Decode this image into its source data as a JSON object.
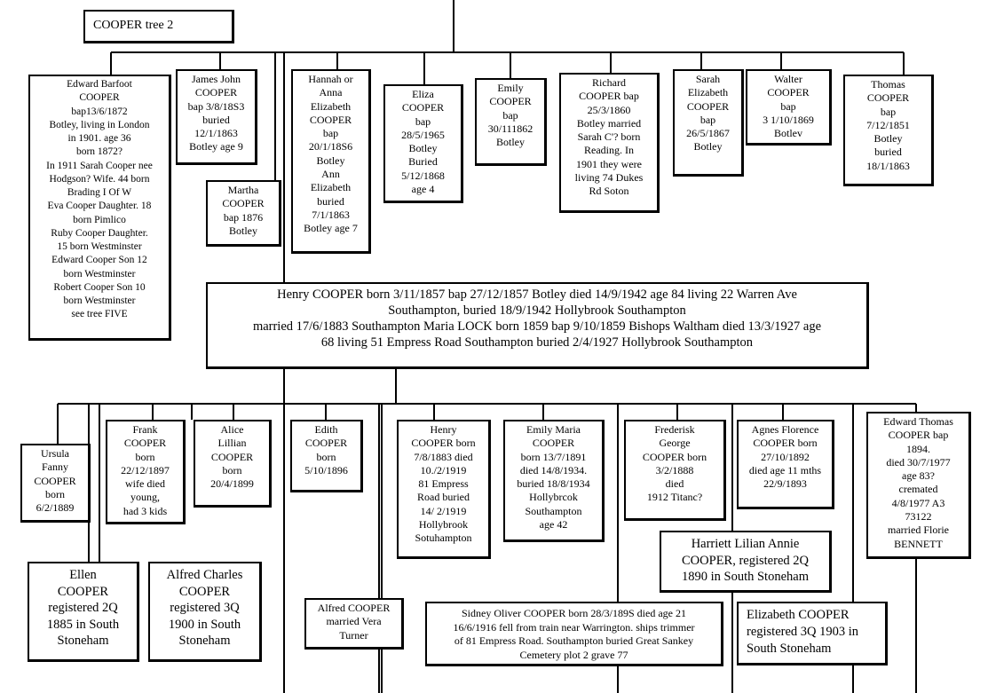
{
  "tree_title": "COOPER tree 2",
  "parent_generation": {
    "edward_barfoot": "Edward Barfoot\nCOOPER\nbap13/6/1872\nBotley, living in London\nin 1901. age 36\nborn 1872?\nIn 1911 Sarah Cooper nee\nHodgson? Wife. 44 born\nBrading I Of W\nEva Cooper Daughter. 18\nborn  Pimlico\nRuby Cooper Daughter.\n15 born Westminster\nEdward Cooper Son 12\nborn Westminster\nRobert Cooper Son 10\nborn Westminster\nsee tree FIVE",
    "james_john": "James John\nCOOPER\nbap 3/8/18S3\nburied\n12/1/1863\nBotley age 9",
    "martha": "Martha\nCOOPER\nbap 1876\nBotley",
    "hannah": "Hannah or\nAnna\nElizabeth\nCOOPER\nbap\n20/1/18S6\nBotley\nAnn\nElizabeth\nburied\n7/1/1863\nBotley age 7",
    "eliza": "Eliza\nCOOPER\nbap\n28/5/1965\nBotley\nBuried\n5/12/1868\nage 4",
    "emily": "Emily\nCOOPER\nbap\n30/111862\nBotley",
    "richard": "Richard\nCOOPER bap\n25/3/1860\nBotley married\nSarah C'? born\nReading. In\n1901 they were\nliving 74 Dukes\nRd Soton",
    "sarah": "Sarah\nElizabeth\nCOOPER\nbap\n26/5/1867\nBotley",
    "walter": "Walter\nCOOPER\nbap\n3 1/10/1869\nBotlev",
    "thomas": "Thomas\nCOOPER\nbap\n7/12/1851\nBotley\nburied\n18/1/1863",
    "henry_main": "Henry COOPER born 3/11/1857 bap 27/12/1857 Botley died  14/9/1942 age 84 living 22 Warren Ave\nSouthampton, buried 18/9/1942 Hollybrook Southampton\nmarried 17/6/1883 Southampton Maria LOCK born 1859 bap 9/10/1859 Bishops Waltham died 13/3/1927 age\n68 living 51 Empress Road Southampton buried 2/4/1927 Hollybrook Southampton"
  },
  "children_generation": {
    "ursula": "Ursula\nFanny\nCOOPER\nborn\n6/2/1889",
    "ellen": "Ellen\nCOOPER\nregistered 2Q\n1885 in South\nStoneham",
    "frank": "Frank\nCOOPER\nborn\n22/12/1897\nwife died\nyoung,\nhad 3 kids",
    "alfred_charles": "Alfred Charles\nCOOPER\nregistered 3Q\n1900 in South\nStoneham",
    "alice": "Alice\nLillian\nCOOPER\nborn\n20/4/1899",
    "edith": "Edith\nCOOPER\nborn\n5/10/1896",
    "alfred": "Alfred COOPER\nmarried Vera\nTurner",
    "henry_jr": "Henry\nCOOPER born\n7/8/1883 died\n10./2/1919\n81 Empress\nRoad buried\n14/ 2/1919\nHollybrook\nSotuhampton",
    "emily_maria": "Emily Maria\nCOOPER\nborn 13/7/1891\ndied 14/8/1934.\nburied 18/8/1934\nHollybrcok\nSouthampton\nage 42",
    "sidney": "Sidney Oliver COOPER born 28/3/189S died age 21\n16/6/1916 fell from train near Warrington. ships trimmer\nof 81 Empress Road. Southampton buried Great Sankey\nCemetery plot 2 grave 77",
    "frederick": "Frederisk\nGeorge\nCOOPER born\n3/2/1888\ndied\n1912 Titanc?",
    "harriett": "Harriett Lilian Annie\nCOOPER, registered 2Q\n1890 in South Stoneham",
    "agnes": "Agnes Florence\nCOOPER born\n27/10/1892\ndied age 11 mths\n22/9/1893",
    "elizabeth": "Elizabeth COOPER\nregistered 3Q 1903 in\nSouth Stoneham",
    "edward_thomas": "Edward Thomas\nCOOPER bap\n1894.\ndied 30/7/1977\nage 83?\ncremated\n4/8/1977 A3\n73122\nmarried Florie\nBENNETT"
  }
}
